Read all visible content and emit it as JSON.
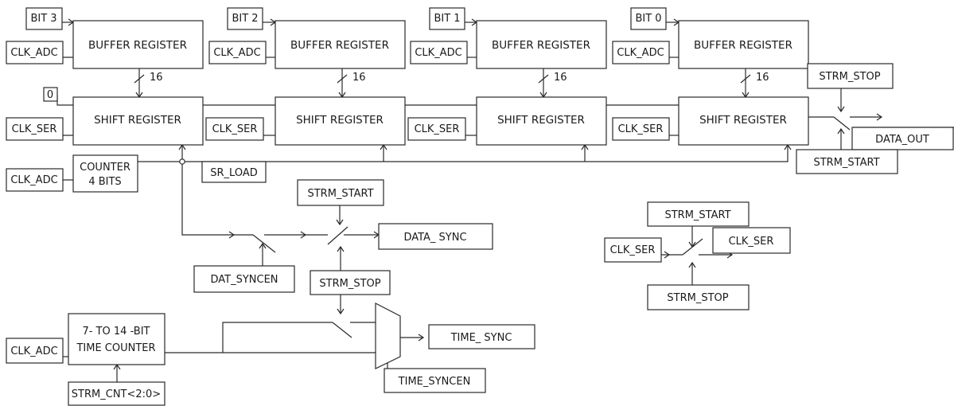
{
  "buffer_registers": [
    {
      "bit_label": "BIT 3",
      "title": "BUFFER REGISTER",
      "clk": "CLK_ADC",
      "width": "16"
    },
    {
      "bit_label": "BIT 2",
      "title": "BUFFER REGISTER",
      "clk": "CLK_ADC",
      "width": "16"
    },
    {
      "bit_label": "BIT 1",
      "title": "BUFFER REGISTER",
      "clk": "CLK_ADC",
      "width": "16"
    },
    {
      "bit_label": "BIT 0",
      "title": "BUFFER REGISTER",
      "clk": "CLK_ADC",
      "width": "16"
    }
  ],
  "shift_registers": [
    {
      "title": "SHIFT REGISTER",
      "clk": "CLK_SER"
    },
    {
      "title": "SHIFT REGISTER",
      "clk": "CLK_SER"
    },
    {
      "title": "SHIFT REGISTER",
      "clk": "CLK_SER"
    },
    {
      "title": "SHIFT REGISTER",
      "clk": "CLK_SER"
    }
  ],
  "serial_input": "0",
  "counter": {
    "line1": "COUNTER",
    "line2": "4 BITS",
    "clk": "CLK_ADC"
  },
  "sr_load": "SR_LOAD",
  "data_out_switch": {
    "stop": "STRM_STOP",
    "start": "STRM_START",
    "output": "DATA_OUT"
  },
  "data_sync_path": {
    "start": "STRM_START",
    "enable": "DAT_SYNCEN",
    "stop": "STRM_STOP",
    "output": "DATA_ SYNC"
  },
  "clk_ser_switch": {
    "start": "STRM_START",
    "input": "CLK_SER",
    "output": "CLK_SER",
    "stop": "STRM_STOP"
  },
  "time_counter": {
    "line1": "7- TO 14 -BIT",
    "line2": "TIME COUNTER",
    "clk": "CLK_ADC",
    "control": "STRM_CNT<2:0>"
  },
  "time_sync": {
    "output": "TIME_ SYNC",
    "enable": "TIME_SYNCEN"
  }
}
